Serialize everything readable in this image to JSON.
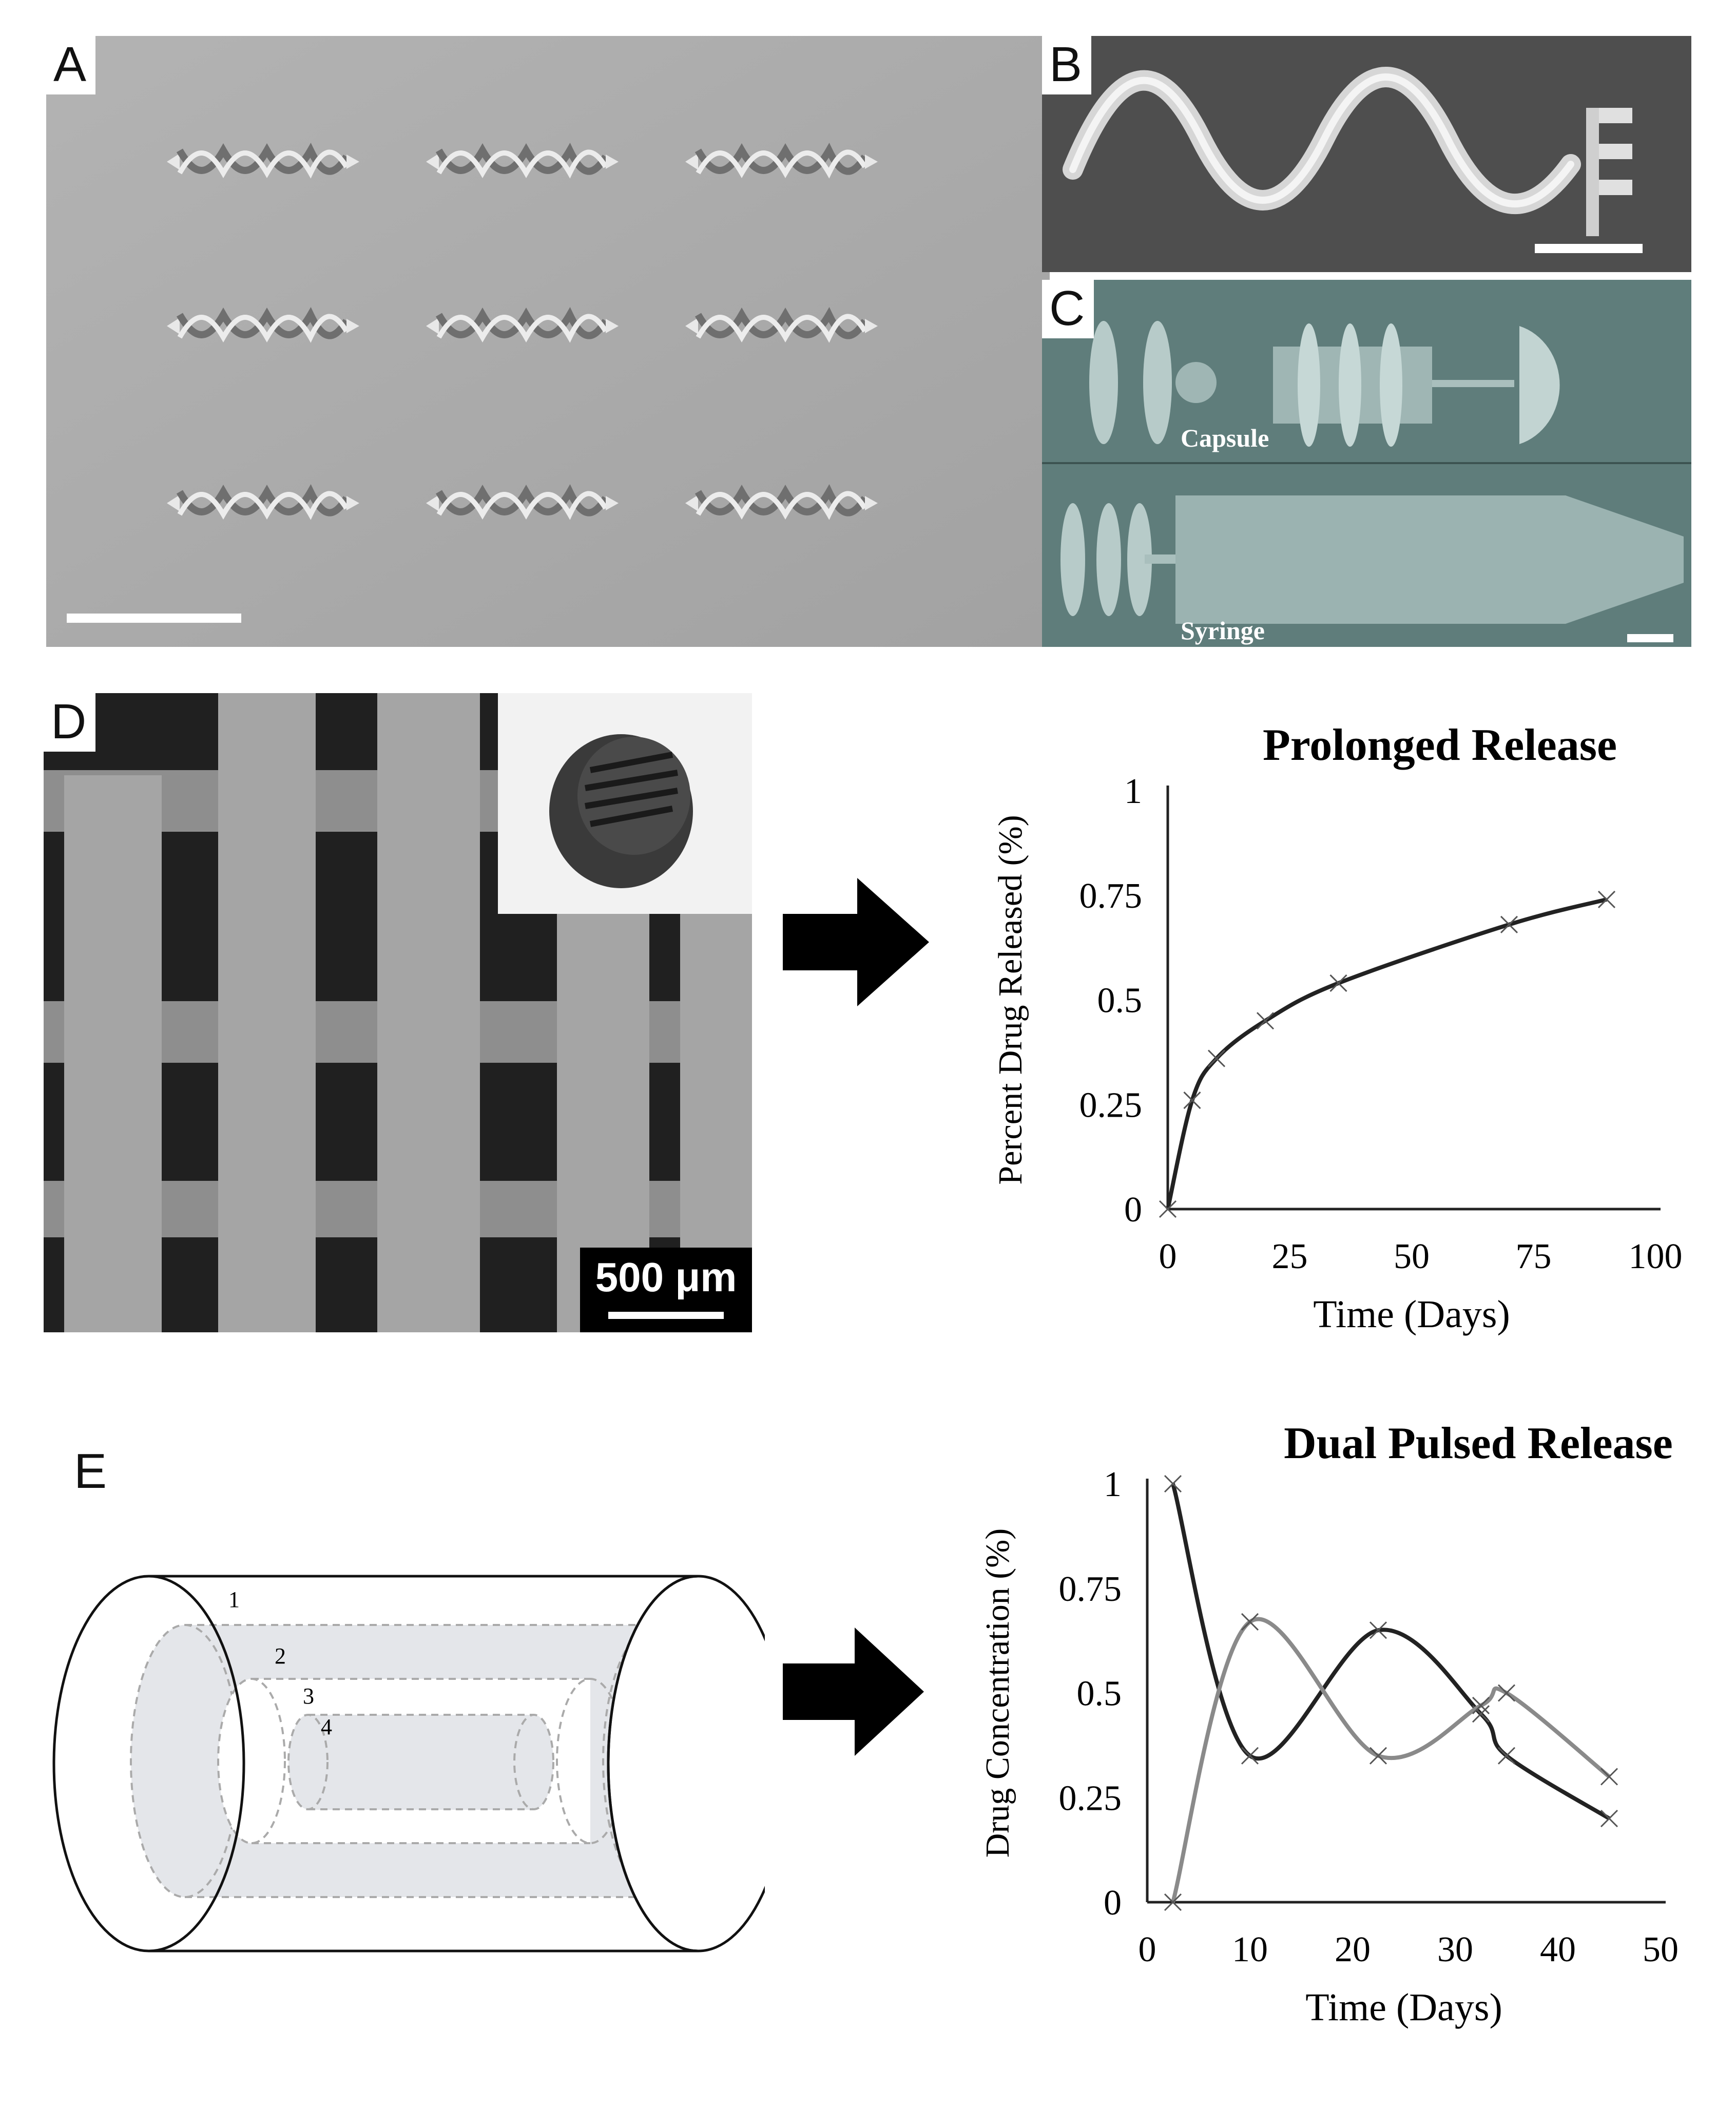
{
  "panels": {
    "A": {
      "label": "A"
    },
    "B": {
      "label": "B"
    },
    "C": {
      "label": "C",
      "top_caption": "Capsule",
      "bottom_caption": "Syringe"
    },
    "D": {
      "label": "D",
      "scalebar": "500 μm"
    },
    "E": {
      "label": "E",
      "layers": [
        "1",
        "2",
        "3",
        "4"
      ]
    }
  },
  "colors": {
    "sem_gray": "#a9a9a9",
    "sem_teal": "#5d7a78",
    "line_dark": "#222222",
    "line_light": "#8a8a8a",
    "arrow": "#000000",
    "layer_fill": "#e4e6ea"
  },
  "chart_data": [
    {
      "type": "line",
      "title": "Prolonged Release",
      "xlabel": "Time (Days)",
      "ylabel": "Percent Drug Released (%)",
      "xlim": [
        0,
        100
      ],
      "ylim": [
        0,
        1
      ],
      "xticks": [
        "0",
        "25",
        "50",
        "75",
        "100"
      ],
      "yticks": [
        "0",
        "0.25",
        "0.5",
        "0.75",
        "1"
      ],
      "series": [
        {
          "x": [
            0,
            5,
            10,
            20,
            35,
            70,
            90
          ],
          "y": [
            0,
            0.26,
            0.36,
            0.45,
            0.54,
            0.68,
            0.74
          ]
        }
      ]
    },
    {
      "type": "line",
      "title": "Dual Pulsed Release",
      "xlabel": "Time (Days)",
      "ylabel": "Drug Concentration (%)",
      "xlim": [
        0,
        50
      ],
      "ylim": [
        0,
        1
      ],
      "xticks": [
        "0",
        "10",
        "20",
        "30",
        "40",
        "50"
      ],
      "yticks": [
        "0",
        "0.25",
        "0.5",
        "0.75",
        "1"
      ],
      "series": [
        {
          "x": [
            2.5,
            10,
            22.5,
            32.5,
            35,
            45
          ],
          "y": [
            1,
            0.35,
            0.65,
            0.45,
            0.35,
            0.2
          ]
        },
        {
          "x": [
            2.5,
            10,
            22.5,
            32.5,
            35,
            45
          ],
          "y": [
            0,
            0.67,
            0.35,
            0.47,
            0.5,
            0.3
          ]
        }
      ]
    }
  ]
}
